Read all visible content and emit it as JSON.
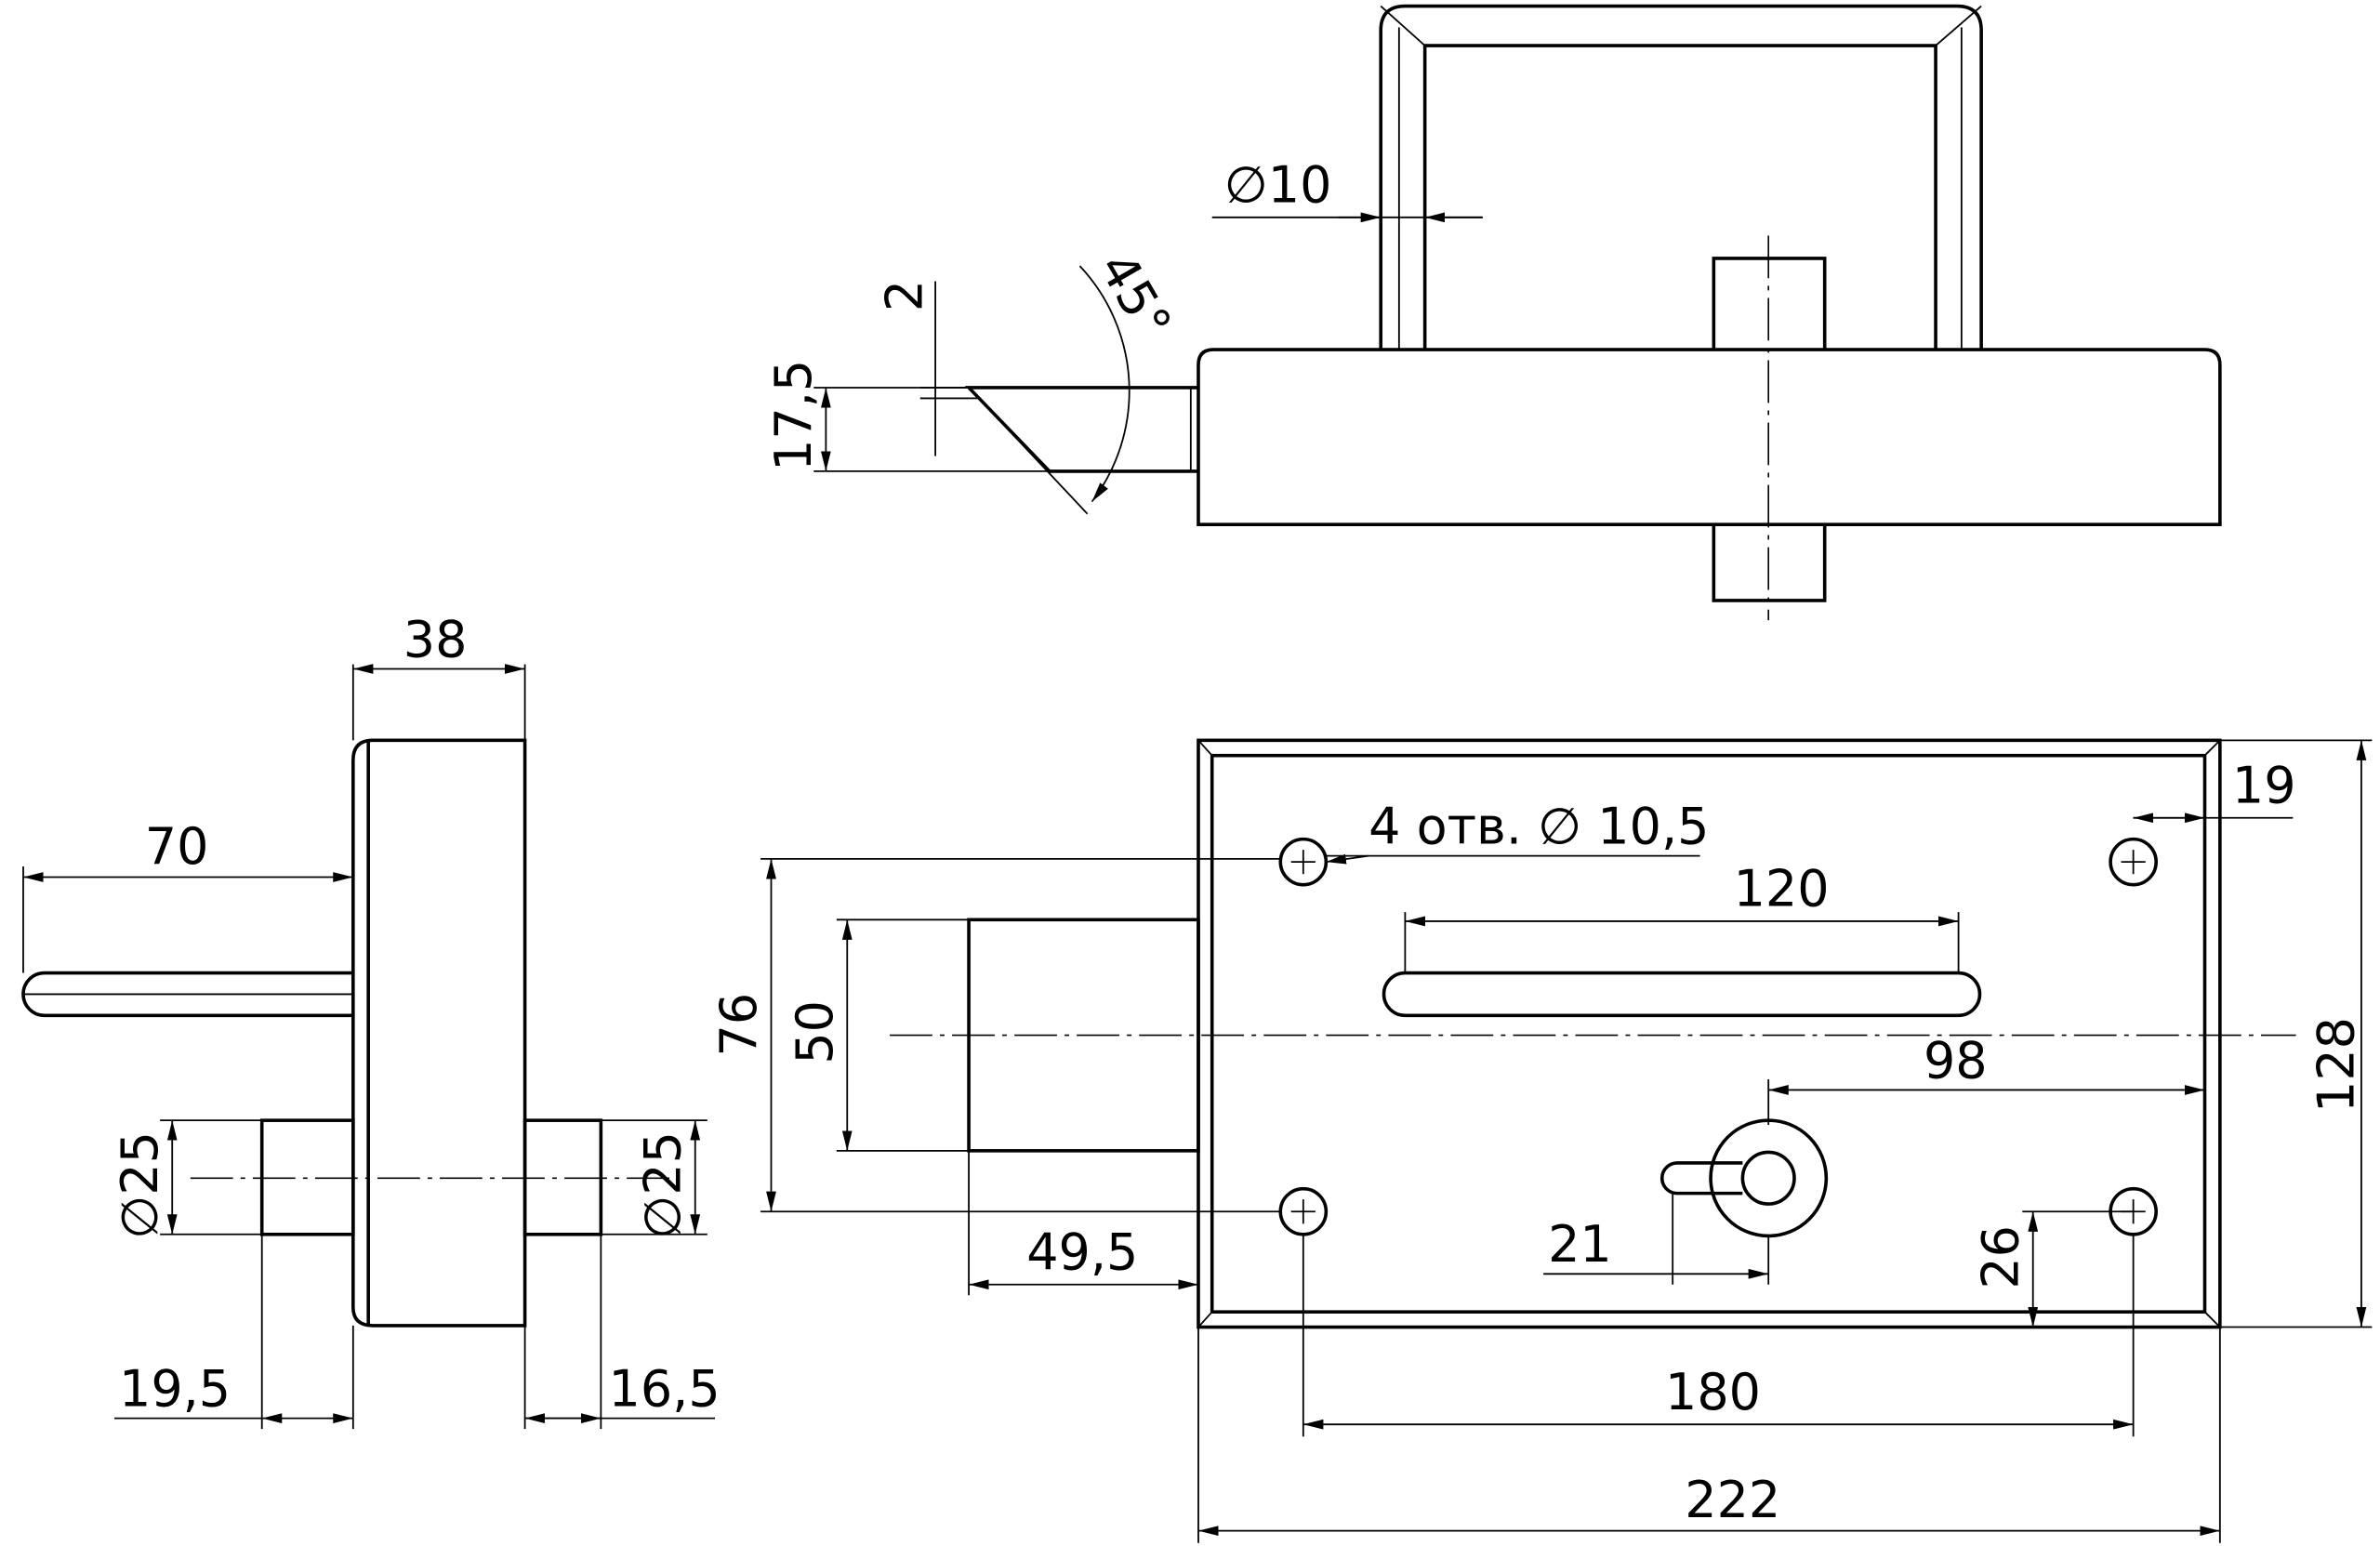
{
  "drawing": {
    "top_view": {
      "handle_diameter": "∅10",
      "bolt_chamfer": "2",
      "bolt_height": "17,5",
      "chamfer_angle": "45°"
    },
    "side_view": {
      "body_depth": "38",
      "rod_length": "70",
      "cylinder_left_diameter": "∅25",
      "cylinder_right_diameter": "∅25",
      "cylinder_left_length": "19,5",
      "cylinder_right_length": "16,5"
    },
    "front_view": {
      "holes_note": "4 отв. ∅ 10,5",
      "slot_length": "120",
      "hole_edge_offset": "19",
      "keyhole_offset": "98",
      "hole_spacing_vertical": "76",
      "bolt_height": "50",
      "body_height": "128",
      "bolt_projection": "49,5",
      "key_offset": "21",
      "hole_bottom_offset": "26",
      "hole_spacing_horizontal": "180",
      "body_width": "222"
    }
  },
  "colors": {
    "line": "#000000",
    "background": "#ffffff"
  }
}
